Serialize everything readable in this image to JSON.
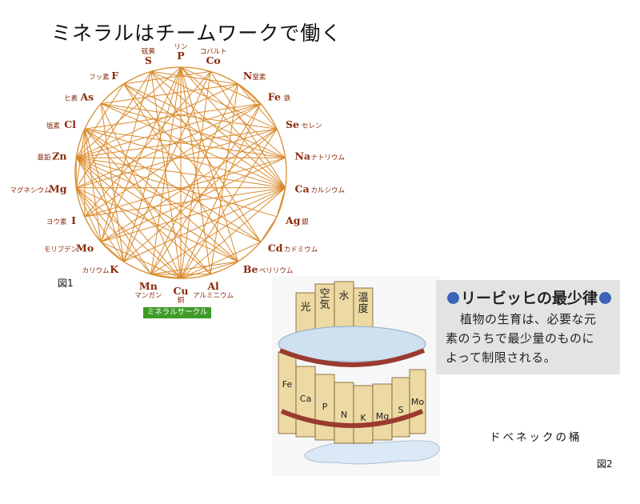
{
  "title": "ミネラルはチームワークで働く",
  "figure1": {
    "label": "図1",
    "badge": "ミネラルサークル",
    "line_color": "#d98a2c",
    "text_color": "#8a2a0c",
    "badge_color": "#3f9b28",
    "elements": [
      {
        "sym": "P",
        "jp": "リン"
      },
      {
        "sym": "Co",
        "jp": "コバルト"
      },
      {
        "sym": "N",
        "jp": "窒素"
      },
      {
        "sym": "Fe",
        "jp": "鉄"
      },
      {
        "sym": "Se",
        "jp": "セレン"
      },
      {
        "sym": "Na",
        "jp": "ナトリウム"
      },
      {
        "sym": "Ca",
        "jp": "カルシウム"
      },
      {
        "sym": "Ag",
        "jp": "銀"
      },
      {
        "sym": "Cd",
        "jp": "カドミウム"
      },
      {
        "sym": "Be",
        "jp": "ベリリウム"
      },
      {
        "sym": "Al",
        "jp": "アルミニウム"
      },
      {
        "sym": "Cu",
        "jp": "銅"
      },
      {
        "sym": "Mn",
        "jp": "マンガン"
      },
      {
        "sym": "K",
        "jp": "カリウム"
      },
      {
        "sym": "Mo",
        "jp": "モリブデン"
      },
      {
        "sym": "I",
        "jp": "ヨウ素"
      },
      {
        "sym": "Mg",
        "jp": "マグネシウム"
      },
      {
        "sym": "Zn",
        "jp": "亜鉛"
      },
      {
        "sym": "Cl",
        "jp": "塩素"
      },
      {
        "sym": "As",
        "jp": "ヒ素"
      },
      {
        "sym": "F",
        "jp": "フッ素"
      },
      {
        "sym": "S",
        "jp": "硫黄"
      }
    ],
    "links": [
      [
        "P",
        "Cu"
      ],
      [
        "P",
        "Mn"
      ],
      [
        "P",
        "K"
      ],
      [
        "P",
        "Mo"
      ],
      [
        "P",
        "Zn"
      ],
      [
        "P",
        "Ca"
      ],
      [
        "P",
        "Na"
      ],
      [
        "P",
        "Fe"
      ],
      [
        "P",
        "Al"
      ],
      [
        "P",
        "Be"
      ],
      [
        "S",
        "N"
      ],
      [
        "S",
        "Se"
      ],
      [
        "S",
        "Mo"
      ],
      [
        "S",
        "Ca"
      ],
      [
        "S",
        "Cu"
      ],
      [
        "S",
        "Mg"
      ],
      [
        "S",
        "Cd"
      ],
      [
        "F",
        "Ca"
      ],
      [
        "F",
        "Cd"
      ],
      [
        "F",
        "Zn"
      ],
      [
        "F",
        "Co"
      ],
      [
        "F",
        "Na"
      ],
      [
        "F",
        "Be"
      ],
      [
        "Co",
        "Cu"
      ],
      [
        "Co",
        "K"
      ],
      [
        "Co",
        "I"
      ],
      [
        "Co",
        "Ca"
      ],
      [
        "N",
        "Zn"
      ],
      [
        "N",
        "Fe"
      ],
      [
        "N",
        "Mn"
      ],
      [
        "N",
        "As"
      ],
      [
        "N",
        "Se"
      ],
      [
        "N",
        "Al"
      ],
      [
        "Fe",
        "Mg"
      ],
      [
        "Fe",
        "I"
      ],
      [
        "Fe",
        "Cu"
      ],
      [
        "Fe",
        "Mn"
      ],
      [
        "Fe",
        "Zn"
      ],
      [
        "Fe",
        "Cl"
      ],
      [
        "Se",
        "Mg"
      ],
      [
        "Se",
        "Mo"
      ],
      [
        "Se",
        "Cu"
      ],
      [
        "Se",
        "K"
      ],
      [
        "Se",
        "Zn"
      ],
      [
        "Se",
        "As"
      ],
      [
        "Ca",
        "Zn"
      ],
      [
        "Ca",
        "Mg"
      ],
      [
        "Ca",
        "Cu"
      ],
      [
        "Ca",
        "K"
      ],
      [
        "Ca",
        "Mn"
      ],
      [
        "Ca",
        "I"
      ],
      [
        "Ca",
        "Mo"
      ],
      [
        "Ca",
        "Cl"
      ],
      [
        "Ca",
        "As"
      ],
      [
        "Ca",
        "Ag"
      ],
      [
        "Na",
        "Mo"
      ],
      [
        "Na",
        "I"
      ],
      [
        "Na",
        "Cl"
      ],
      [
        "Na",
        "Zn"
      ],
      [
        "Na",
        "As"
      ],
      [
        "Zn",
        "Cu"
      ],
      [
        "Zn",
        "Cd"
      ],
      [
        "Zn",
        "Mg"
      ],
      [
        "Zn",
        "Mn"
      ],
      [
        "Zn",
        "Be"
      ],
      [
        "Zn",
        "Ag"
      ],
      [
        "Zn",
        "Al"
      ],
      [
        "Mg",
        "Cl"
      ],
      [
        "Mg",
        "Cu"
      ],
      [
        "Mg",
        "Mn"
      ],
      [
        "Mg",
        "K"
      ],
      [
        "Mg",
        "Mo"
      ],
      [
        "Mg",
        "Be"
      ],
      [
        "Cu",
        "Mo"
      ],
      [
        "Cu",
        "Cd"
      ],
      [
        "Cu",
        "Mn"
      ],
      [
        "Cu",
        "Be"
      ],
      [
        "Cu",
        "As"
      ],
      [
        "Mn",
        "Al"
      ],
      [
        "Mn",
        "Be"
      ],
      [
        "K",
        "As"
      ],
      [
        "K",
        "Mo"
      ],
      [
        "K",
        "Cl"
      ],
      [
        "I",
        "Cl"
      ],
      [
        "Mo",
        "Cl"
      ],
      [
        "Ag",
        "Cd"
      ],
      [
        "Al",
        "Cl"
      ],
      [
        "Be",
        "Cl"
      ],
      [
        "Cd",
        "Cl"
      ]
    ]
  },
  "figure2": {
    "label": "図2",
    "caption": "ドベネックの桶",
    "title": "リービッヒの最少律",
    "body_lines": [
      "植物の生育は、必要な元",
      "素のうちで最少量のものに",
      "よって制限される。"
    ],
    "staves": [
      "光",
      "空気",
      "水",
      "温度",
      "Fe",
      "Ca",
      "P",
      "N",
      "K",
      "Mg",
      "S",
      "Mo"
    ],
    "wood_color": "#ecd9a3",
    "band_color": "#9a3b30",
    "water_color": "#cfe0f0",
    "dot_color": "#3d63b8"
  }
}
